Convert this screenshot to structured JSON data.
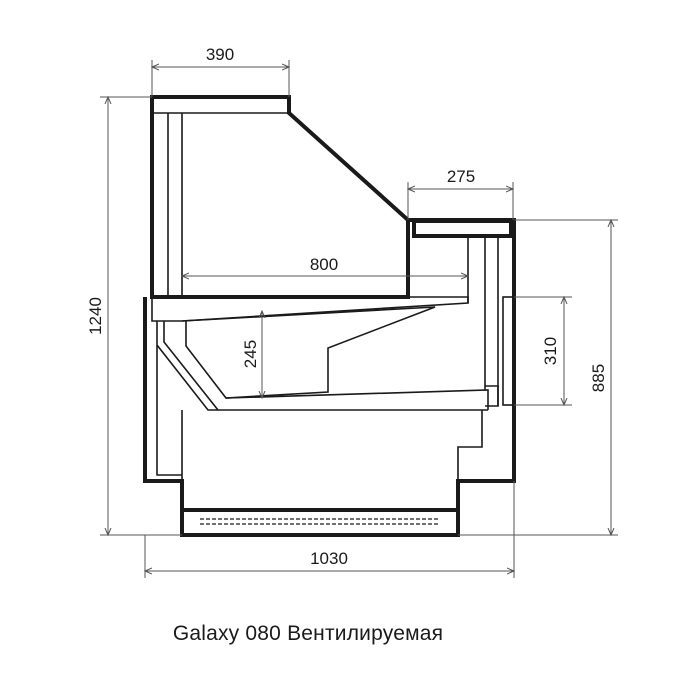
{
  "caption": "Galaxy 080 Вентилируемая",
  "dimensions": {
    "top_width": "390",
    "shelf_width": "275",
    "inner_depth": "800",
    "total_height": "1240",
    "inner_height": "245",
    "side_opening": "310",
    "counter_height": "885",
    "total_width": "1030"
  },
  "colors": {
    "line": "#1a1a1a",
    "thin_line": "#555555"
  }
}
